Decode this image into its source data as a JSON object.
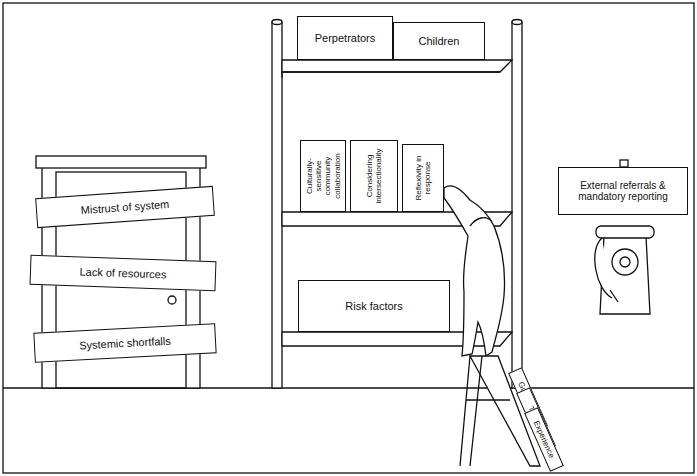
{
  "diagram": {
    "nodes": [
      {
        "text": [
          "Mistrust of system"
        ]
      },
      {
        "text": [
          "Lack of resources"
        ]
      },
      {
        "text": [
          "Systemic shortfalls"
        ]
      },
      {
        "text": [
          "Perpetrators"
        ]
      },
      {
        "text": [
          "Children"
        ]
      },
      {
        "text": [
          "Culturally-sensitive community collaboration"
        ]
      },
      {
        "text": [
          "Considering intersectionality"
        ]
      },
      {
        "text": [
          "Reflexivity in response"
        ]
      },
      {
        "text": [
          "Risk factors"
        ]
      },
      {
        "text": [
          "Guidelines"
        ]
      },
      {
        "text": [
          "Training"
        ]
      },
      {
        "text": [
          "Experience"
        ]
      },
      {
        "text": [
          "External referrals & mandatory reporting"
        ]
      }
    ]
  }
}
